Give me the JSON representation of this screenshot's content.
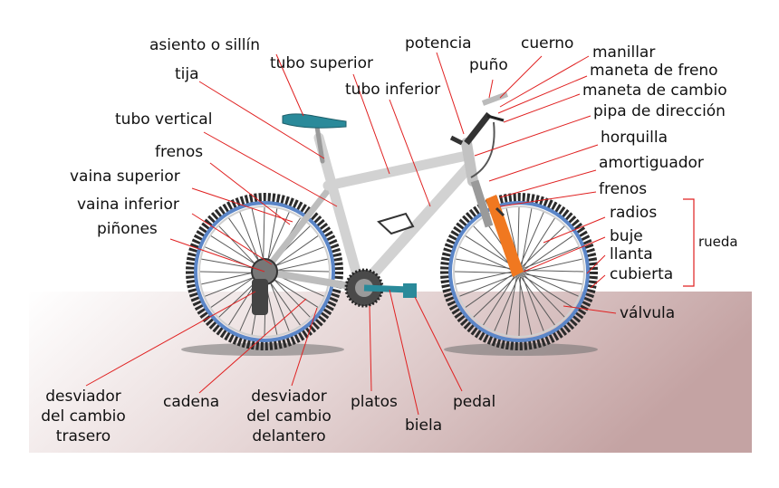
{
  "labels": {
    "asiento": "asiento o sillín",
    "tija": "tija",
    "tubo_superior": "tubo superior",
    "tubo_inferior": "tubo inferior",
    "potencia": "potencia",
    "puno": "puño",
    "cuerno": "cuerno",
    "manillar": "manillar",
    "maneta_freno": "maneta de freno",
    "maneta_cambio": "maneta de cambio",
    "pipa": "pipa de dirección",
    "horquilla": "horquilla",
    "amortiguador": "amortiguador",
    "frenos_der": "frenos",
    "radios": "radios",
    "buje": "buje",
    "llanta": "llanta",
    "cubierta": "cubierta",
    "rueda": "rueda",
    "valvula": "válvula",
    "tubo_vertical": "tubo vertical",
    "frenos_izq": "frenos",
    "vaina_superior": "vaina superior",
    "vaina_inferior": "vaina inferior",
    "pinones": "piñones",
    "desviador_trasero": "desviador del cambio trasero",
    "cadena": "cadena",
    "desviador_delantero": "desviador del cambio delantero",
    "platos": "platos",
    "biela": "biela",
    "pedal": "pedal"
  },
  "colors": {
    "leader_line": "#e02020",
    "frame": "#d6d6d6",
    "tire": "#2b2b2b",
    "rim": "#5b86c8",
    "saddle": "#2a8a9a",
    "fork": "#f07820",
    "ground_start": "#ffffff",
    "ground_end": "#c8a8a8"
  }
}
